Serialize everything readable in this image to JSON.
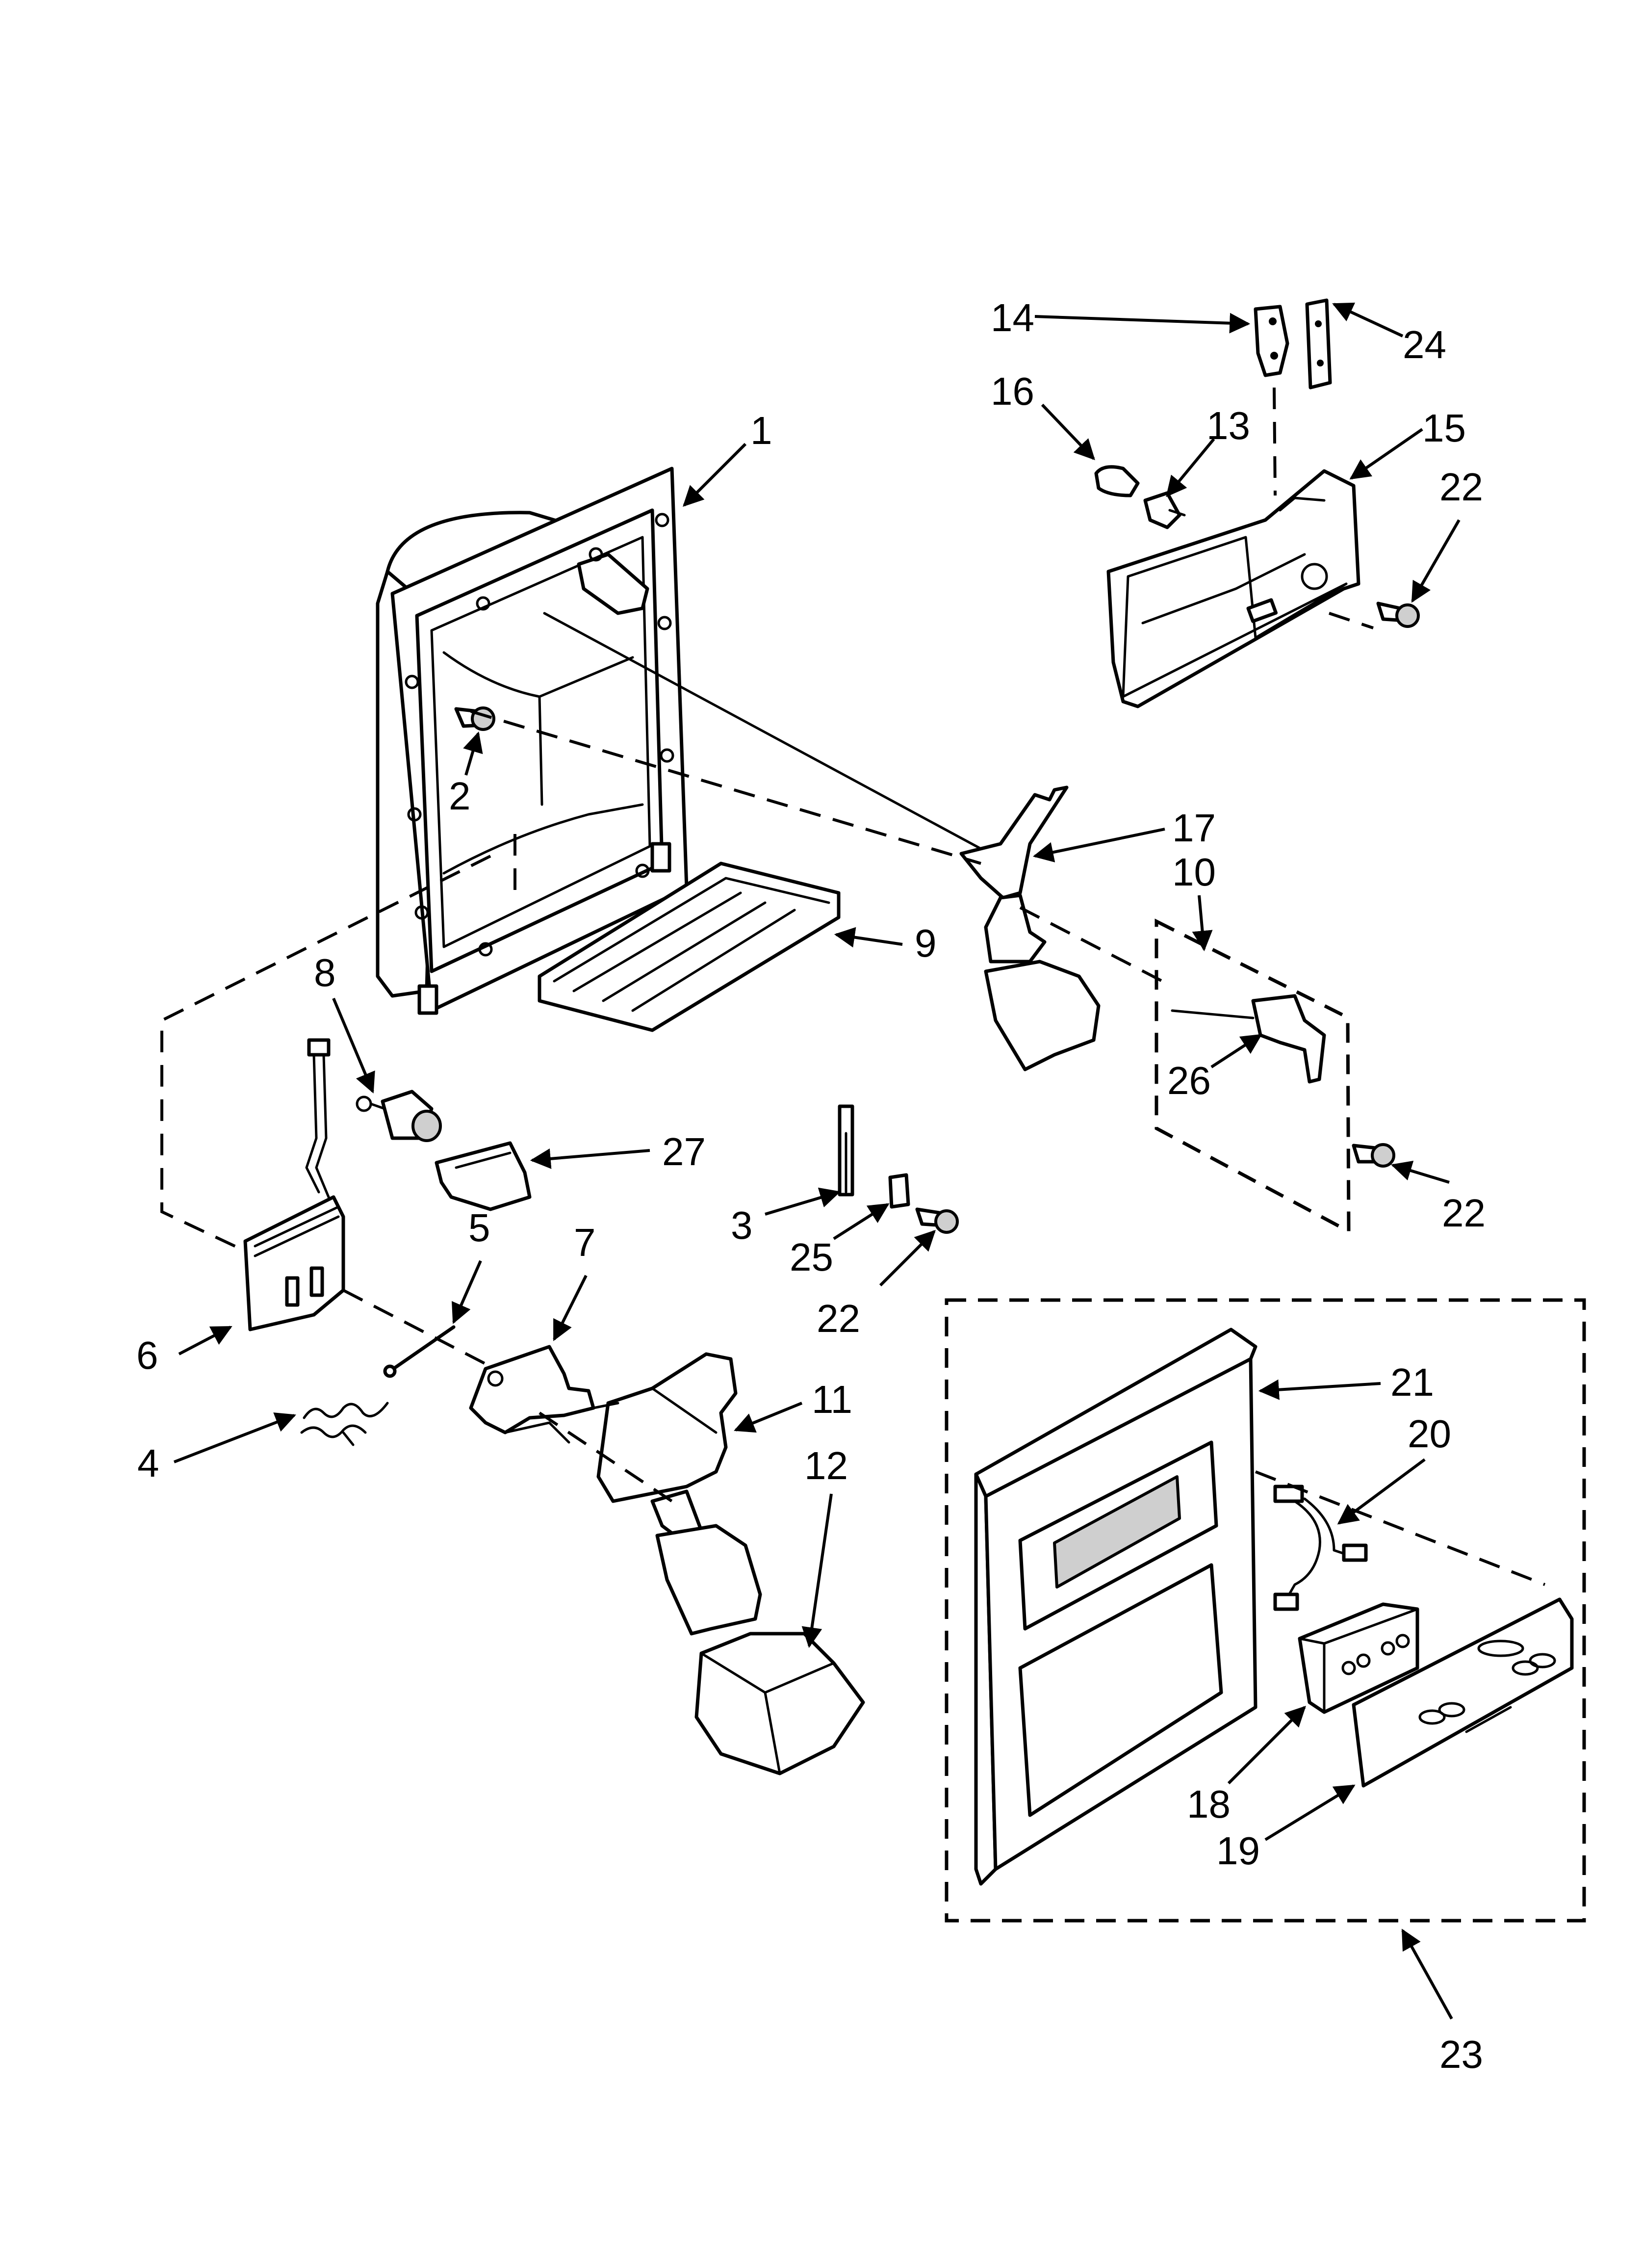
{
  "callouts": {
    "c1": "1",
    "c2": "2",
    "c3": "3",
    "c4": "4",
    "c5": "5",
    "c6": "6",
    "c7": "7",
    "c8": "8",
    "c9": "9",
    "c10": "10",
    "c11": "11",
    "c12": "12",
    "c13": "13",
    "c14": "14",
    "c15": "15",
    "c16": "16",
    "c17": "17",
    "c18": "18",
    "c19": "19",
    "c20": "20",
    "c21": "21",
    "c22a": "22",
    "c22b": "22",
    "c22c": "22",
    "c23": "23",
    "c24": "24",
    "c25": "25",
    "c26": "26",
    "c27": "27"
  },
  "colors": {
    "line": "#000000",
    "background": "#ffffff",
    "shade": "#cfcfcf"
  }
}
